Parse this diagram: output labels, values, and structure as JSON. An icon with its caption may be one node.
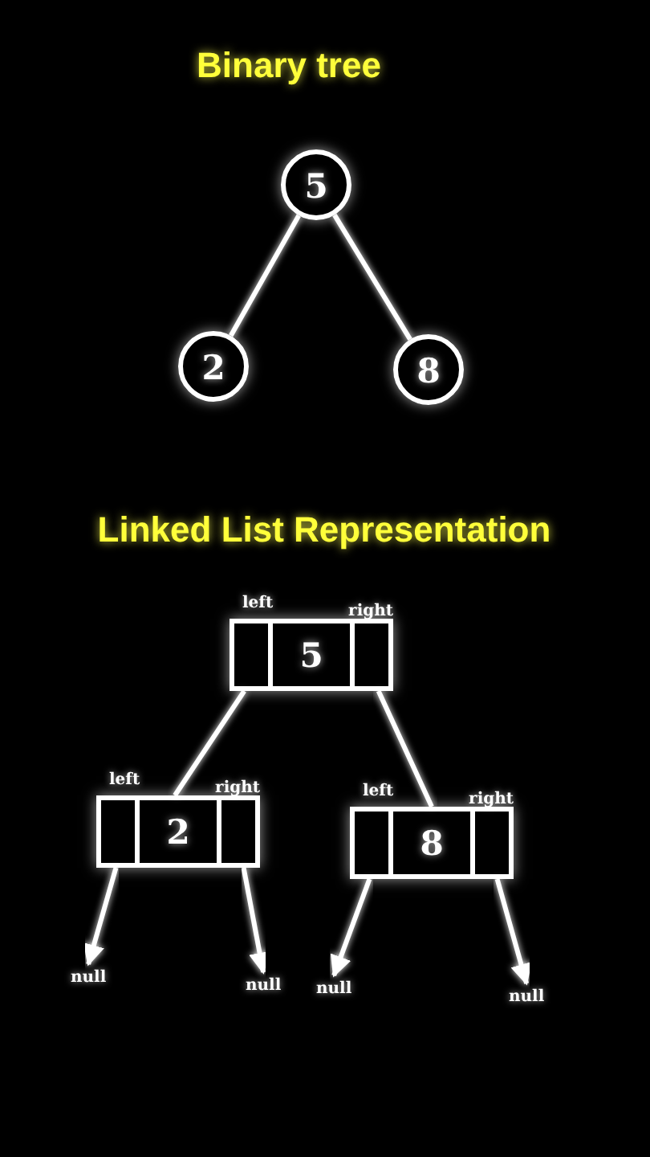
{
  "diagram": {
    "title": "Binary tree",
    "nodes": [
      {
        "text": [
          "5"
        ]
      },
      {
        "text": [
          "2"
        ]
      },
      {
        "text": [
          "8"
        ]
      },
      {
        "text": [
          "5"
        ],
        "beside": [
          "left",
          "right"
        ]
      },
      {
        "text": [
          "2"
        ],
        "beside": [
          "left",
          "right"
        ]
      },
      {
        "text": [
          "8"
        ],
        "beside": [
          "left",
          "right"
        ]
      },
      {
        "text": [
          "null"
        ]
      },
      {
        "text": [
          "null"
        ]
      },
      {
        "text": [
          "null"
        ]
      },
      {
        "text": [
          "null"
        ]
      }
    ],
    "edges": [
      {
        "from": 0,
        "to": 1,
        "arrow": "none"
      },
      {
        "from": 0,
        "to": 2,
        "arrow": "none"
      },
      {
        "from": 3,
        "to": 4,
        "arrow": "none"
      },
      {
        "from": 3,
        "to": 5,
        "arrow": "none"
      },
      {
        "from": 4,
        "to": 6,
        "arrow": "to"
      },
      {
        "from": 4,
        "to": 7,
        "arrow": "to"
      },
      {
        "from": 5,
        "to": 8,
        "arrow": "to"
      },
      {
        "from": 5,
        "to": 9,
        "arrow": "to"
      }
    ],
    "labels": [
      "Linked List Representation"
    ]
  }
}
